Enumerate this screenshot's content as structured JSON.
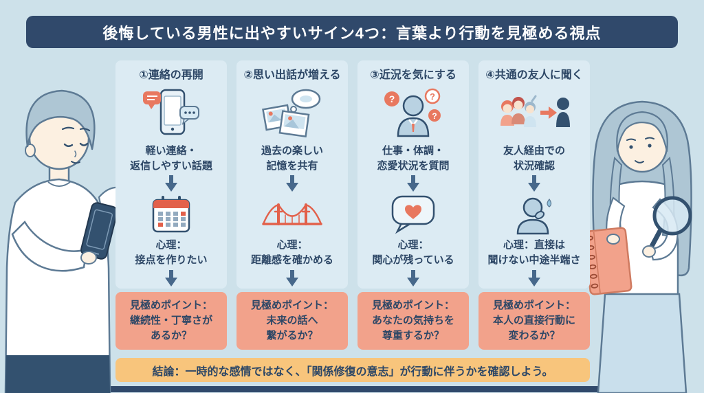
{
  "page": {
    "title": "後悔している男性に出やすいサイン4つ：言葉より行動を見極める視点",
    "conclusion": "結論：一時的な感情ではなく、「関係修復の意志」が行動に伴うかを確認しよう。"
  },
  "colors": {
    "bg": "#cde1ea",
    "banner": "#30496b",
    "banner_text": "#ffffff",
    "panel": "#dcebf3",
    "navy": "#2d4766",
    "arrow": "#47688b",
    "salmon": "#f2a28b",
    "salmon_deep": "#e8785f",
    "accent_red": "#e2604a",
    "conclusion_bg": "#f8c57c",
    "hair": "#aec6d4",
    "skin": "#fcf0e1",
    "outline": "#5d7a94",
    "skirt": "#c9dfec",
    "silhouette": "#33516f",
    "person_blue": "#b9d2e2"
  },
  "arrow_icon": "down-arrow-icon",
  "columns": [
    {
      "header": "①連絡の再開",
      "behavior_icon": "phone-chat-icon",
      "behavior": "軽い連絡・\n返信しやすい話題",
      "psychology_icon": "calendar-icon",
      "psychology": "心理：\n接点を作りたい",
      "point": "見極めポイント：\n継続性・丁寧さが\nあるか？"
    },
    {
      "header": "②思い出話が増える",
      "behavior_icon": "photos-thought-icon",
      "behavior": "過去の楽しい\n記憶を共有",
      "psychology_icon": "bridge-icon",
      "psychology": "心理：\n距離感を確かめる",
      "point": "見極めポイント：\n未来の話へ\n繋がるか？"
    },
    {
      "header": "③近況を気にする",
      "behavior_icon": "person-questions-icon",
      "behavior": "仕事・体調・\n恋愛状況を質問",
      "psychology_icon": "heart-bubble-icon",
      "psychology": "心理：\n関心が残っている",
      "point": "見極めポイント：\nあなたの気持ちを\n尊重するか？"
    },
    {
      "header": "④共通の友人に聞く",
      "behavior_icon": "friends-ask-icon",
      "behavior": "友人経由での\n状況確認",
      "psychology_icon": "worried-person-icon",
      "psychology": "心理：直接は\n聞けない中途半端さ",
      "point": "見極めポイント：\n本人の直接行動に\n変わるか？"
    }
  ],
  "illustrations": {
    "left": "man-looking-at-smartphone",
    "right": "woman-with-notebook-and-magnifier"
  }
}
